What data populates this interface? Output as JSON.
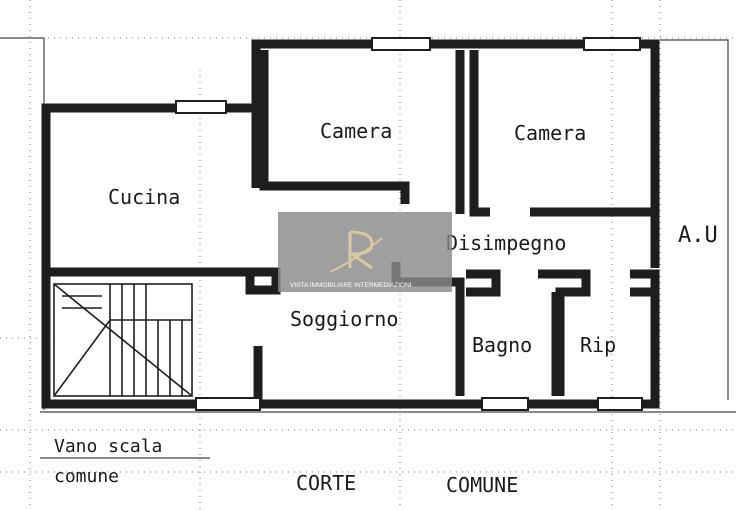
{
  "rooms": {
    "camera_1": "Camera",
    "camera_2": "Camera",
    "cucina": "Cucina",
    "disimpegno": "Disimpegno",
    "soggiorno": "Soggiorno",
    "bagno": "Bagno",
    "rip": "Rip"
  },
  "outside": {
    "vano_scala_line1": "Vano scala",
    "vano_scala_line2": "comune",
    "corte": "CORTE",
    "comune": "COMUNE",
    "side_label": "A.U"
  },
  "watermark": {
    "tagline": "VISTA IMMOBILIARE INTERMEDIAZIONI",
    "colors": {
      "box": "#8a8a8a",
      "logo": "#d8c9a0"
    }
  }
}
